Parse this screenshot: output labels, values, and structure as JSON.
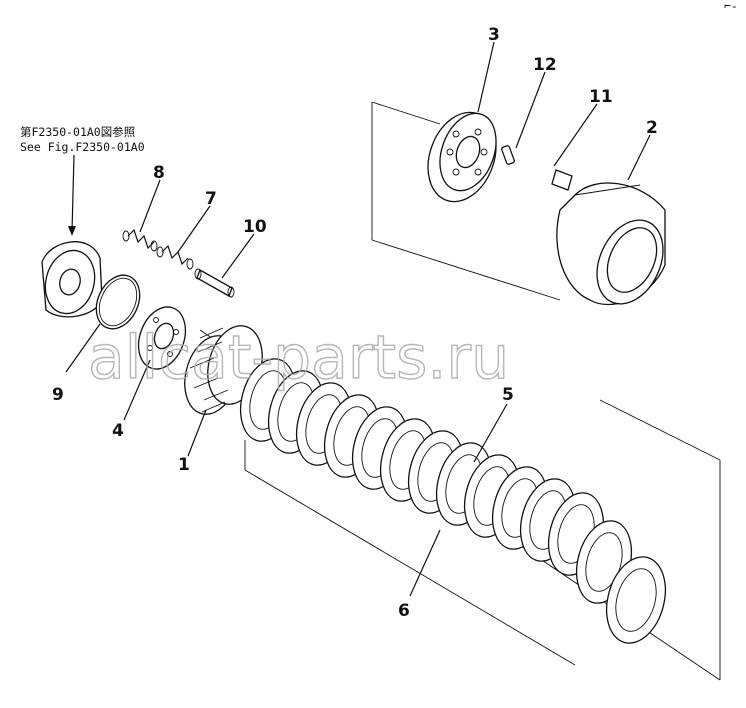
{
  "note": {
    "line_jp": "第F2350-01A0図参照",
    "line_en": "See Fig.F2350-01A0"
  },
  "watermark": "allcat-parts.ru",
  "callouts": {
    "c1": "1",
    "c2": "2",
    "c3": "3",
    "c4": "4",
    "c5": "5",
    "c6": "6",
    "c7": "7",
    "c8": "8",
    "c9": "9",
    "c10": "10",
    "c11": "11",
    "c12": "12"
  },
  "corner_mark": "⌐-"
}
